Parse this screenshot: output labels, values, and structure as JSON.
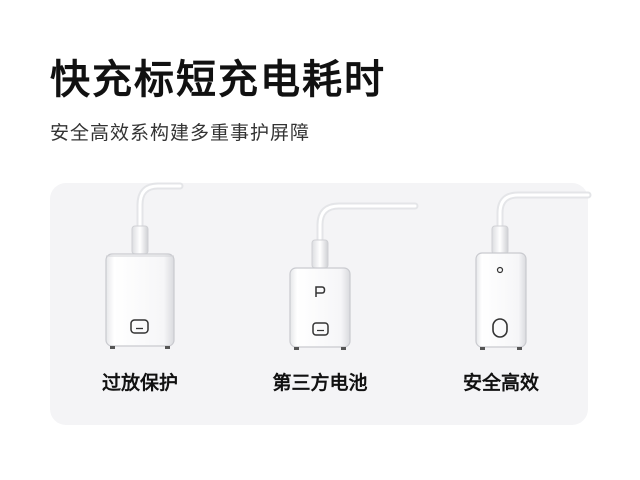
{
  "title": "快充标短充电耗时",
  "subtitle": "安全高效系构建多重事护屏障",
  "products": [
    {
      "label": "过放保护",
      "icon": "display-button-icon"
    },
    {
      "label": "第三方电池",
      "icon": "p-mark-and-button-icon"
    },
    {
      "label": "安全高效",
      "icon": "power-ring-icon"
    }
  ]
}
